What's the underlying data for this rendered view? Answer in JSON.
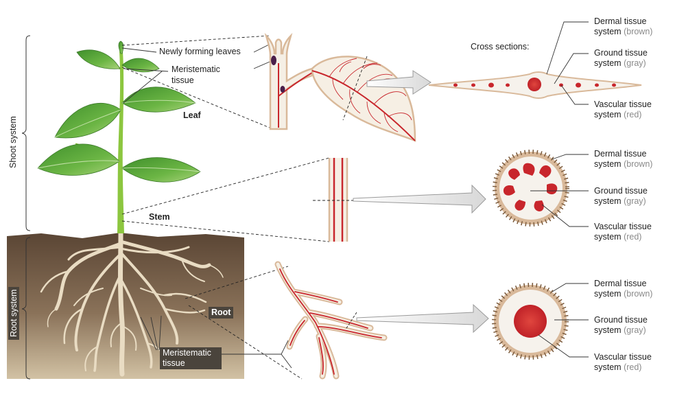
{
  "labels": {
    "newly_forming_leaves": "Newly forming leaves",
    "meristematic_top_1": "Meristematic",
    "meristematic_top_2": "tissue",
    "leaf": "Leaf",
    "stem": "Stem",
    "root": "Root",
    "meristematic_bottom_1": "Meristematic",
    "meristematic_bottom_2": "tissue",
    "shoot_system": "Shoot system",
    "root_system": "Root system",
    "cross_sections": "Cross sections:"
  },
  "tissues": {
    "dermal": "Dermal tissue",
    "dermal_color": "system (brown)",
    "dermal_system": "system",
    "dermal_paren": "(brown)",
    "ground": "Ground tissue",
    "ground_system": "system",
    "ground_paren": "(gray)",
    "vascular": "Vascular tissue",
    "vascular_system": "system",
    "vascular_paren": "(red)"
  },
  "colors": {
    "soil_top": "#5a4534",
    "soil_bottom": "#c9b79a",
    "leaf_green": "#5aa83a",
    "stem_green": "#8cc63f",
    "dermal_brown": "#d9b99a",
    "ground_fill": "#f6f2ec",
    "vascular_red": "#c8262c"
  }
}
